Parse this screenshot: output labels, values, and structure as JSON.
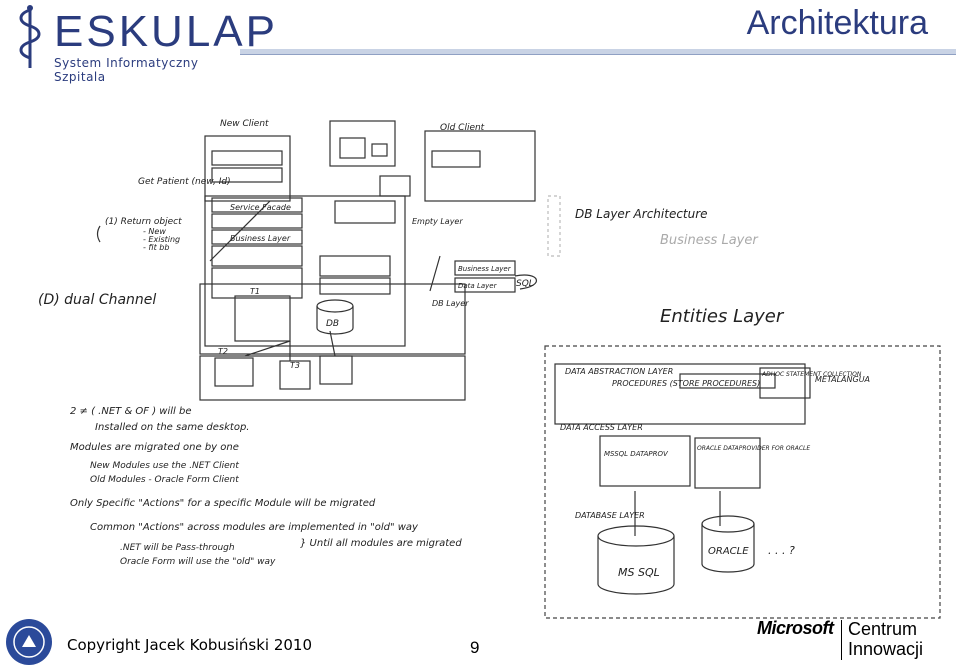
{
  "header": {
    "brand": "ESKULAP",
    "brand_sub": "System Informatyczny Szpitala",
    "title": "Architektura"
  },
  "whiteboard": {
    "left": {
      "new_client": "New Client",
      "old_client": "Old Client",
      "get_patient": "Get Patient (new, Id)",
      "return_object": "(1) Return object",
      "new": "- New",
      "existing": "- Existing",
      "fit_bb": "- fit bb",
      "service_facade": "Service Facade",
      "business_layer": "Business Layer",
      "data_layer_small": "Data Layer",
      "business_layer_small": "Business Layer",
      "sql": "SQL",
      "db_layer": "DB Layer",
      "empty_layer": "Empty Layer",
      "db": "DB",
      "t1": "T1",
      "t2": "T2",
      "t3": "T3",
      "dual_channel": "(D) dual Channel",
      "note1": "2 ≠ ( .NET & OF ) will be",
      "note1b": "Installed on the same desktop.",
      "note2": "Modules are migrated one by one",
      "note3": "New Modules use the .NET Client",
      "note4": "Old Modules - Oracle Form Client",
      "note5": "Only Specific \"Actions\" for a specific Module will be migrated",
      "note6": "Common \"Actions\" across modules are implemented in \"old\" way",
      "note7": ".NET will be Pass-through",
      "note8": "Oracle Form will use the \"old\" way",
      "note9": "} Until all modules are migrated"
    },
    "right": {
      "db_layer_arch": "DB Layer Architecture",
      "business_layer": "Business Layer",
      "entities_layer": "Entities Layer",
      "data_abstraction": "DATA ABSTRACTION LAYER",
      "procedures": "PROCEDURES (STORE PROCEDURES)",
      "adhoc": "ADHOC STATEMENT COLLECTION",
      "metalangua": "METALANGUA",
      "data_access": "DATA ACCESS LAYER",
      "mssql_provider": "MSSQL DATAPROV",
      "oracle_provider": "ORACLE DATAPROVIDER FOR ORACLE",
      "database_layer": "DATABASE LAYER",
      "mssql": "MS SQL",
      "oracle": "ORACLE",
      "dots": ". . . ?"
    }
  },
  "footer": {
    "copyright": "Copyright Jacek Kobusiński 2010",
    "page": "9",
    "ms": "Microsoft",
    "ci_line1": "Centrum",
    "ci_line2": "Innowacji"
  }
}
